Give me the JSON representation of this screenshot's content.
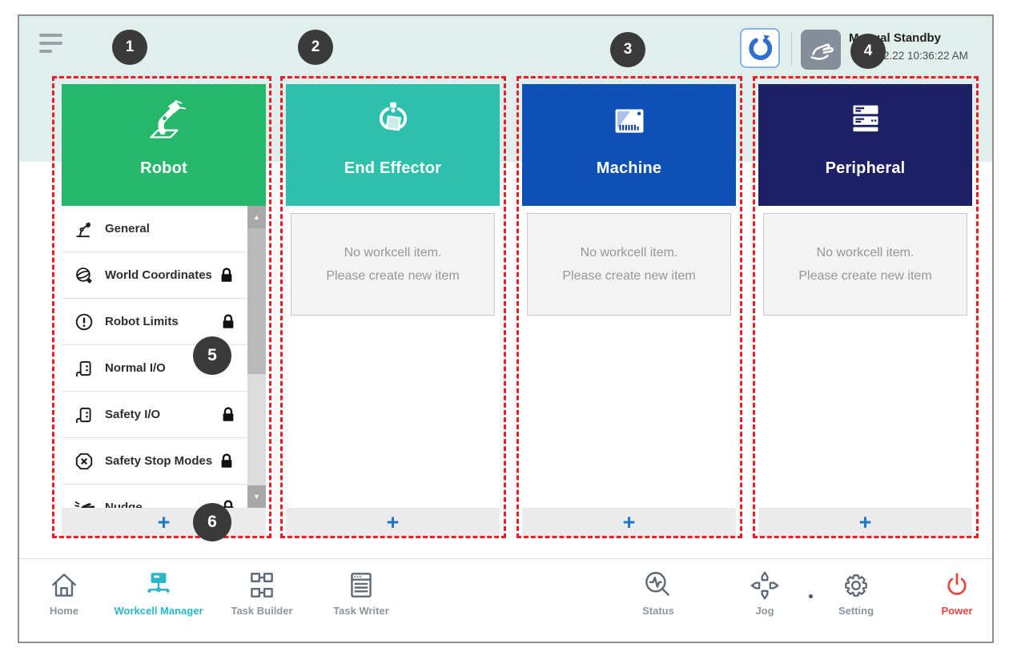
{
  "topbar": {
    "status_title": "Manual Standby",
    "status_time": "2.22 10:36:22 AM",
    "menu_icon": "hamburger-menu-icon",
    "servo_button_icon": "gripper-icon",
    "mode_button_icon": "hand-icon"
  },
  "markers": [
    "1",
    "2",
    "3",
    "4",
    "5",
    "6"
  ],
  "columns": [
    {
      "title": "Robot",
      "header_color": "#25b86b",
      "icon": "robot-icon",
      "add_label": "+",
      "items": [
        {
          "label": "General",
          "icon": "robot-general-icon",
          "locked": false
        },
        {
          "label": "World Coordinates",
          "icon": "world-coordinates-icon",
          "locked": true
        },
        {
          "label": "Robot Limits",
          "icon": "robot-limits-icon",
          "locked": true
        },
        {
          "label": "Normal I/O",
          "icon": "io-icon",
          "locked": false
        },
        {
          "label": "Safety I/O",
          "icon": "io-icon",
          "locked": true
        },
        {
          "label": "Safety Stop Modes",
          "icon": "safety-stop-icon",
          "locked": true
        },
        {
          "label": "Nudge",
          "icon": "nudge-icon",
          "locked": true
        }
      ]
    },
    {
      "title": "End Effector",
      "header_color": "#2cc0ad",
      "icon": "end-effector-icon",
      "add_label": "+",
      "empty": {
        "line1": "No workcell item.",
        "line2": "Please create new item"
      }
    },
    {
      "title": "Machine",
      "header_color": "#0e51b5",
      "icon": "machine-icon",
      "add_label": "+",
      "empty": {
        "line1": "No workcell item.",
        "line2": "Please create new item"
      }
    },
    {
      "title": "Peripheral",
      "header_color": "#1c2166",
      "icon": "peripheral-icon",
      "add_label": "+",
      "empty": {
        "line1": "No workcell item.",
        "line2": "Please create new item"
      }
    }
  ],
  "nav": {
    "left": [
      {
        "label": "Home",
        "icon": "home-icon",
        "active": false
      },
      {
        "label": "Workcell Manager",
        "icon": "workcell-manager-icon",
        "active": true
      },
      {
        "label": "Task Builder",
        "icon": "task-builder-icon",
        "active": false
      },
      {
        "label": "Task Writer",
        "icon": "task-writer-icon",
        "active": false
      }
    ],
    "right": [
      {
        "label": "Status",
        "icon": "status-icon"
      },
      {
        "label": "Jog",
        "icon": "jog-icon"
      },
      {
        "label": "Setting",
        "icon": "setting-icon"
      },
      {
        "label": "Power",
        "icon": "power-icon"
      }
    ]
  },
  "colors": {
    "topbar_bg": "#e1efec",
    "annotation_red": "#ee1d23",
    "marker_bg": "#3a3a3a",
    "accent_teal": "#2bb6c9",
    "power_red": "#e8453c",
    "add_plus_blue": "#1d79c8"
  }
}
